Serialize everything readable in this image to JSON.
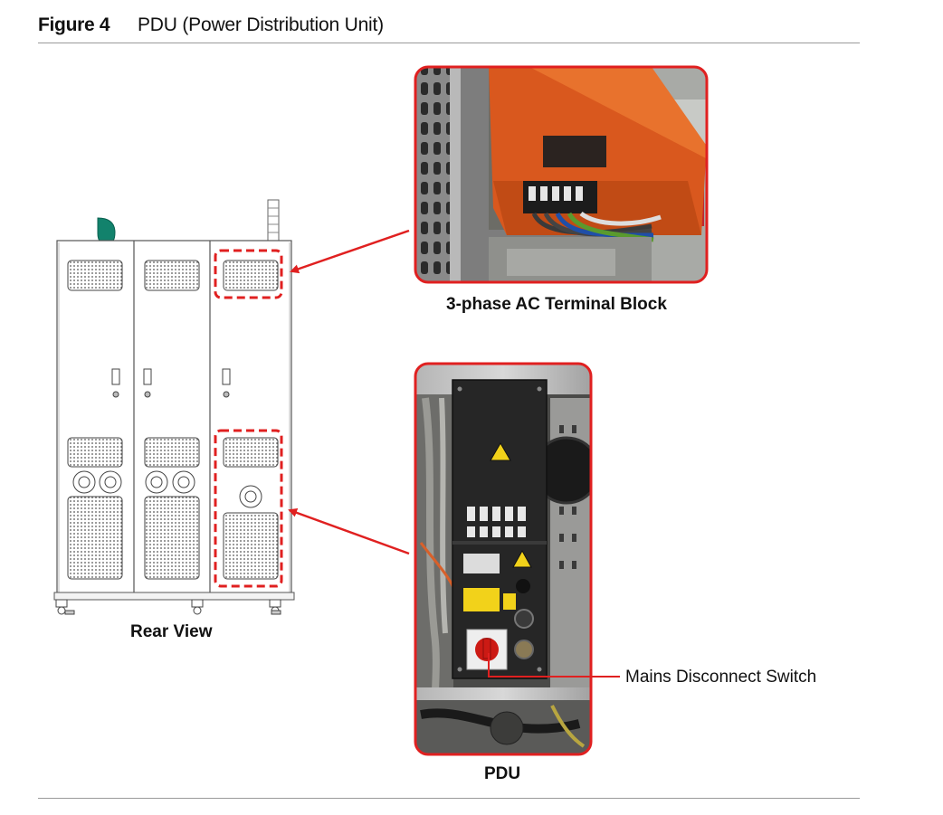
{
  "header": {
    "figure_number": "Figure 4",
    "figure_title": "PDU (Power Distribution Unit)"
  },
  "labels": {
    "rear_view": "Rear View",
    "terminal_block": "3-phase AC Terminal Block",
    "pdu": "PDU",
    "mains_switch": "Mains Disconnect Switch"
  },
  "colors": {
    "callout_red": "#e02020",
    "rack_orange": "#d9581e",
    "rack_panel_black": "#262626",
    "switch_red": "#cc1a14",
    "warning_yellow": "#f2d21a",
    "drop_green": "#12826c"
  },
  "icons": [
    "fan-icon",
    "door-handle-icon",
    "warning-triangle-icon",
    "drop-icon"
  ]
}
